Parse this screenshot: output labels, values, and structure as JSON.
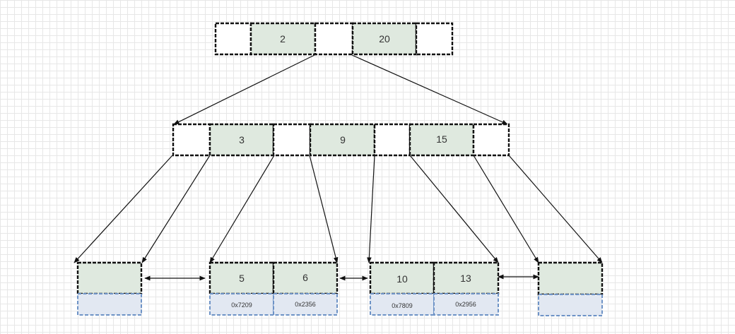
{
  "root": {
    "keys": [
      "2",
      "20"
    ]
  },
  "internal": {
    "keys": [
      "3",
      "9",
      "15"
    ]
  },
  "leaves": [
    {
      "keys": [],
      "addresses": []
    },
    {
      "keys": [
        "5",
        "6"
      ],
      "addresses": [
        "0x7209",
        "0x2356"
      ]
    },
    {
      "keys": [
        "10",
        "13"
      ],
      "addresses": [
        "0x7809",
        "0x2956"
      ]
    },
    {
      "keys": [],
      "addresses": []
    }
  ],
  "colors": {
    "key_fill": "#dfe9df",
    "pointer_fill": "#ffffff",
    "data_fill": "#e2e8f2",
    "data_border": "#6e93c6",
    "border": "#111111"
  }
}
